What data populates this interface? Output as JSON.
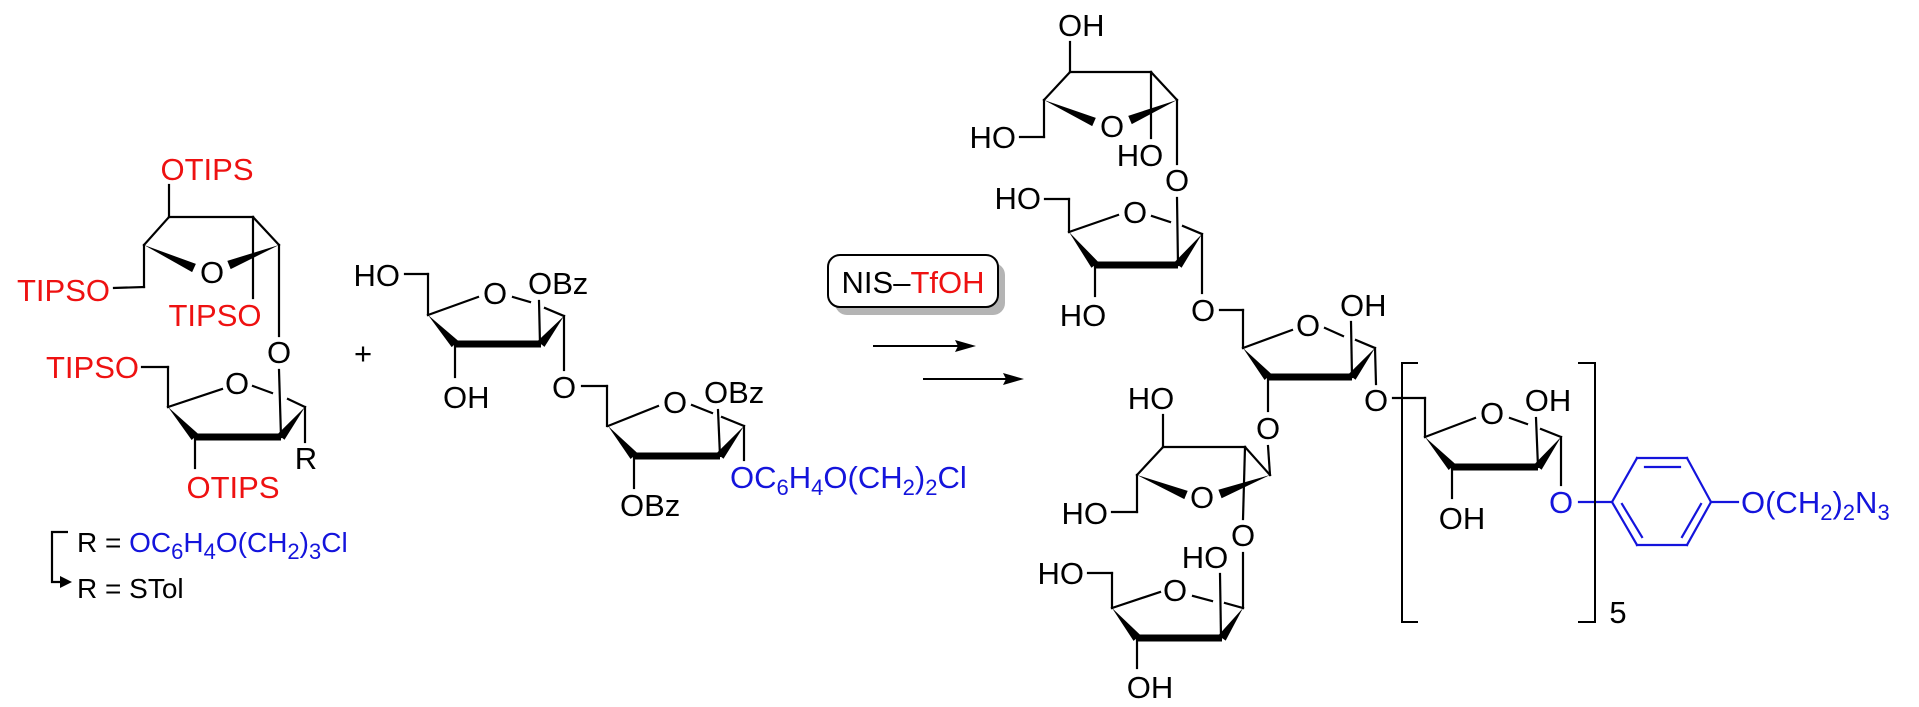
{
  "colors": {
    "protecting_group": "#ee1111",
    "linker": "#1414dc",
    "bonds": "#000000"
  },
  "reactant_1": {
    "otips_c3": "OTIPS",
    "tipso_c5": "TIPSO",
    "tipso_c2": "TIPSO",
    "ring_o_top": "O",
    "glycosidic_o": "O",
    "tipso_c5_bottom": "TIPSO",
    "ring_o_bottom": "O",
    "r_group": "R",
    "otips_c3_bottom": "OTIPS"
  },
  "plus_sign": "+",
  "r_definitions": {
    "line_1_prefix": "R = ",
    "line_1_formula": [
      "OC",
      "6",
      "H",
      "4",
      "O(CH",
      "2",
      ")",
      "3",
      "Cl"
    ],
    "line_2_prefix": "R = ",
    "line_2_value": "STol"
  },
  "reactant_2": {
    "ho_c5": "HO",
    "ring_o_a": "O",
    "obz_c2_a": "OBz",
    "oh_c3": "OH",
    "linking_o": "O",
    "ring_o_b": "O",
    "obz_c2_b": "OBz",
    "obz_c3_b": "OBz",
    "aglycone_formula": [
      "OC",
      "6",
      "H",
      "4",
      "O(CH",
      "2",
      ")",
      "2",
      "Cl"
    ]
  },
  "reagent": {
    "part_1": "NIS",
    "dash": "–",
    "part_2": "TfOH"
  },
  "product": {
    "ring1_oh_c3": "OH",
    "ring1_ho_c5": "HO",
    "ring1_o": "O",
    "ring1_ho_c2": "HO",
    "link_1_2_o": "O",
    "ring2_ho_c5": "HO",
    "ring2_o": "O",
    "ring2_ho_c3": "HO",
    "link_2_3_o": "O",
    "ring3_o": "O",
    "ring3_oh_c1": "OH",
    "link_3_4_o": "O",
    "link_3_6_o": "O",
    "ring4_ho_c3": "HO",
    "ring4_o": "O",
    "ring4_ho_c5": "HO",
    "link_4_5_o": "O",
    "ring5_ho_c5": "HO",
    "ring5_o": "O",
    "ring5_ho_c2": "HO",
    "ring5_oh_c3": "OH",
    "ring6_o": "O",
    "ring6_oh_c1": "OH",
    "ring6_oh_c3": "OH",
    "aglycone_o": "O",
    "repeat_count": "5",
    "linker_formula": [
      "O(CH",
      "2",
      ")",
      "2",
      "N",
      "3"
    ]
  }
}
